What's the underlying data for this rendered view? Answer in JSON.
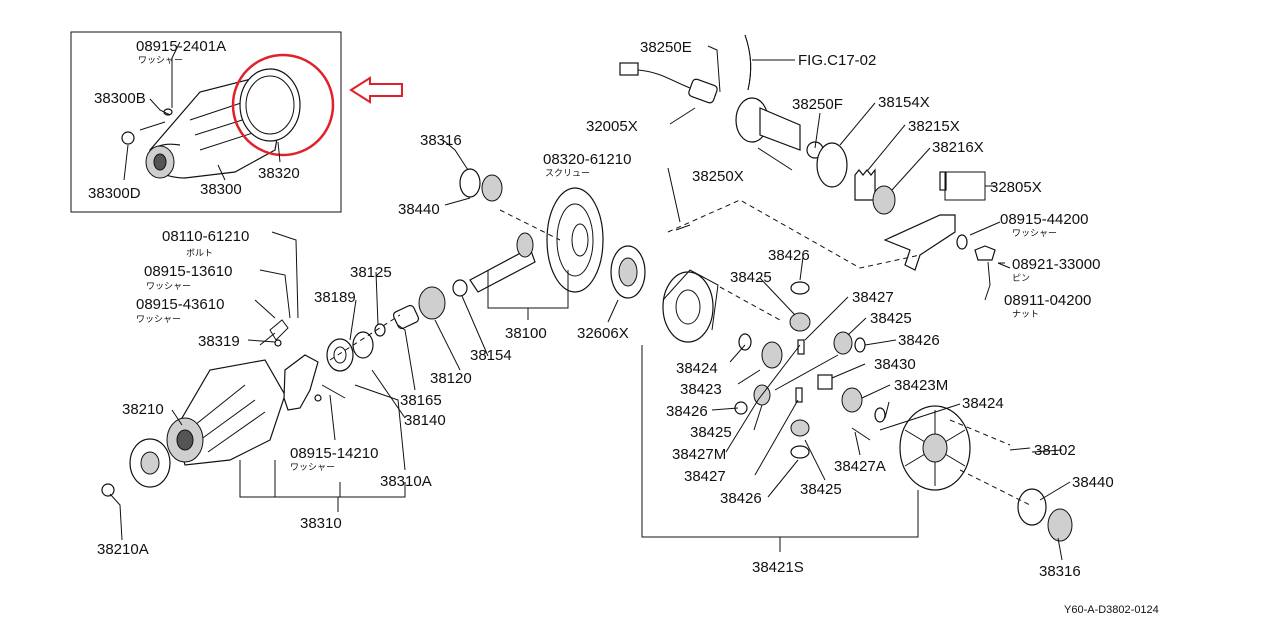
{
  "diagram": {
    "figure_reference": "FIG.C17-02",
    "drawing_code": "Y60-A-D3802-0124",
    "parts": [
      {
        "number": "08915-2401A",
        "note": "ワッシャー"
      },
      {
        "number": "38300B"
      },
      {
        "number": "38300D"
      },
      {
        "number": "38300"
      },
      {
        "number": "38320"
      },
      {
        "number": "38316"
      },
      {
        "number": "38440"
      },
      {
        "number": "08110-61210",
        "note": "ボルト"
      },
      {
        "number": "08915-13610",
        "note": "ワッシャー"
      },
      {
        "number": "08915-43610",
        "note": "ワッシャー"
      },
      {
        "number": "38319"
      },
      {
        "number": "38125"
      },
      {
        "number": "38189"
      },
      {
        "number": "38210"
      },
      {
        "number": "38165"
      },
      {
        "number": "38120"
      },
      {
        "number": "38140"
      },
      {
        "number": "38154"
      },
      {
        "number": "38100"
      },
      {
        "number": "08915-14210",
        "note": "ワッシャー"
      },
      {
        "number": "38310A"
      },
      {
        "number": "38310"
      },
      {
        "number": "38210A"
      },
      {
        "number": "38250E"
      },
      {
        "number": "32005X"
      },
      {
        "number": "38250F"
      },
      {
        "number": "38154X"
      },
      {
        "number": "38215X"
      },
      {
        "number": "38216X"
      },
      {
        "number": "38250X"
      },
      {
        "number": "08320-61210",
        "note": "スクリュー"
      },
      {
        "number": "32805X"
      },
      {
        "number": "08915-44200",
        "note": "ワッシャー"
      },
      {
        "number": "08921-33000",
        "note": "ピン"
      },
      {
        "number": "08911-04200",
        "note": "ナット"
      },
      {
        "number": "32606X"
      },
      {
        "number": "38426"
      },
      {
        "number": "38425"
      },
      {
        "number": "38427"
      },
      {
        "number": "38424"
      },
      {
        "number": "38423"
      },
      {
        "number": "38430"
      },
      {
        "number": "38423M"
      },
      {
        "number": "38427M"
      },
      {
        "number": "38427A"
      },
      {
        "number": "38102"
      },
      {
        "number": "38421S"
      }
    ]
  }
}
